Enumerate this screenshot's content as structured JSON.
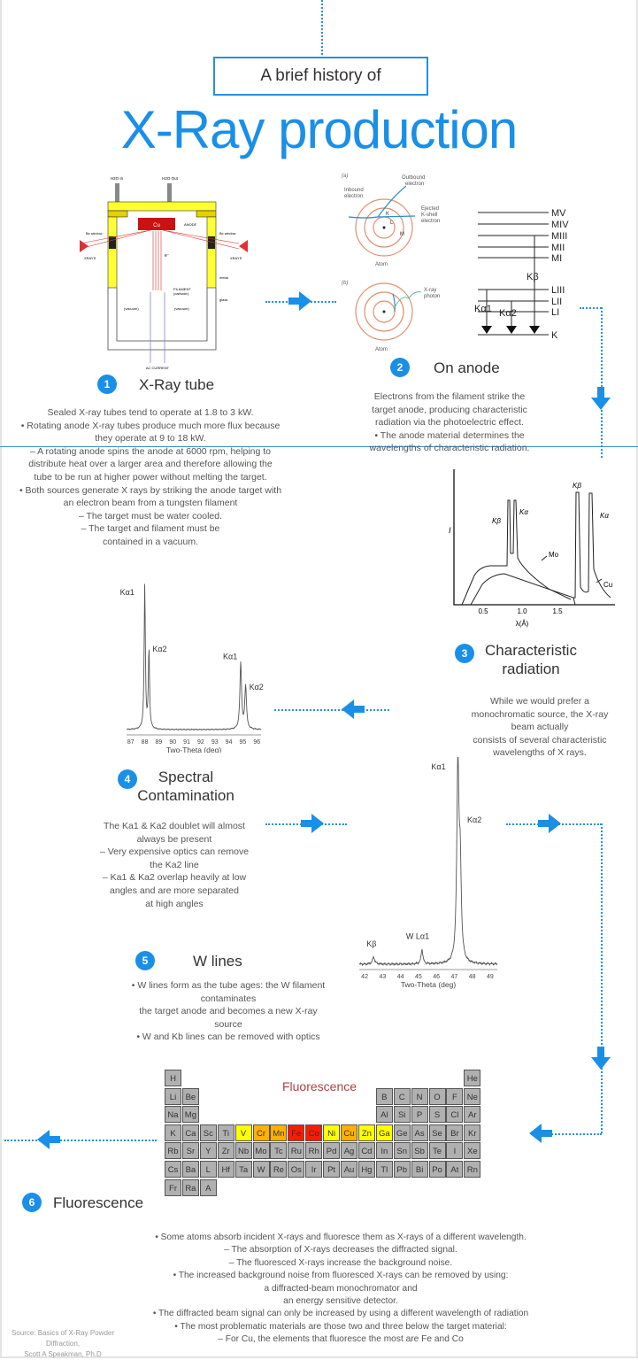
{
  "header": {
    "subtitle": "A brief history of",
    "title": "X-Ray production"
  },
  "colors": {
    "accent": "#1a8fe8",
    "fluorescence_title": "#b04040"
  },
  "sections": [
    {
      "number": "1",
      "title": "X-Ray tube",
      "lines": [
        "Sealed X-ray tubes tend to operate at 1.8 to 3 kW.",
        "• Rotating anode X-ray tubes produce much more flux because",
        "they operate at 9 to 18 kW.",
        "– A rotating anode spins the anode at 6000 rpm, helping to",
        "distribute heat over a larger area and therefore allowing the",
        "tube to be run at higher power without melting the target.",
        "• Both sources generate X rays by striking the anode target with",
        "an electron beam from a tungsten filament",
        "– The target must be water cooled.",
        "– The target and filament must be",
        "contained in a vacuum."
      ]
    },
    {
      "number": "2",
      "title": "On anode",
      "lines": [
        "Electrons from the filament strike the",
        "target anode, producing characteristic",
        "radiation via the photoelectric effect.",
        "• The anode material determines the",
        "wavelengths of characteristic radiation."
      ]
    },
    {
      "number": "3",
      "title_lines": [
        "Characteristic",
        "radiation"
      ],
      "lines": [
        "While we would prefer a",
        "monochromatic source, the X-ray",
        "beam actually",
        "consists of several characteristic",
        "wavelengths of X rays."
      ]
    },
    {
      "number": "4",
      "title_lines": [
        "Spectral",
        "Contamination"
      ],
      "lines": [
        "The Ka1 & Ka2 doublet will almost",
        "always be present",
        "– Very expensive optics can remove",
        "the Ka2 line",
        "– Ka1 & Ka2 overlap heavily at low",
        "angles and are more separated",
        "at high angles"
      ]
    },
    {
      "number": "5",
      "title": "W lines",
      "lines": [
        "• W lines form as the tube ages: the W filament",
        "contaminates",
        "the target anode and becomes a new X-ray",
        "source",
        "• W and Kb lines can be removed with optics"
      ]
    },
    {
      "number": "6",
      "title": "Fluorescence",
      "lines": [
        "• Some atoms absorb incident X-rays and fluoresce them as X-rays of a different wavelength.",
        "– The absorption of X-rays decreases the diffracted signal.",
        "– The fluoresced X-rays increase the background noise.",
        "• The increased background noise from fluoresced X-rays can be removed by using:",
        "a diffracted-beam monochromator and",
        "an energy sensitive detector.",
        "• The diffracted beam signal can only be increased by using a different wavelength of radiation",
        "• The most problematic materials are those two and three below the target material:",
        "– For Cu, the elements that fluoresce the most are Fe and Co"
      ]
    }
  ],
  "tube_diagram": {
    "h2o_in": "H2O In",
    "h2o_out": "H2O Out",
    "anode_element": "Cu",
    "anode": "ANODE",
    "be_window": "Be window",
    "xrays": "XRAYS",
    "filament": "FILAMENT",
    "cathode": "(cathode)",
    "electron": "e⁻",
    "metal": "metal",
    "glass": "glass",
    "vacuum": "(vacuum)",
    "ac_current": "AC CURRENT"
  },
  "atom_diagram": {
    "panel_a": "(a)",
    "panel_b": "(b)",
    "inbound": [
      "Inbound",
      "electron"
    ],
    "outbound": [
      "Outbound",
      "electron"
    ],
    "ejected": [
      "Ejected",
      "K-shell",
      "electron"
    ],
    "photon": [
      "X-ray",
      "photon"
    ],
    "shells": [
      "K",
      "L",
      "M"
    ],
    "atom": "Atom"
  },
  "energy_levels": {
    "levels": [
      "MV",
      "MIV",
      "MIII",
      "MII",
      "MI",
      "LIII",
      "LII",
      "LI",
      "K"
    ],
    "transitions": [
      "Kβ",
      "Kα1",
      "Kα2"
    ]
  },
  "characteristic_chart": {
    "ylabel": "I",
    "xlabel": "λ(Å)",
    "ticks": [
      "0.5",
      "1.0",
      "1.5"
    ],
    "labels": {
      "mo": "Mo",
      "cu": "Cu",
      "kb_mo": "Kβ",
      "ka_mo": "Kα",
      "kb_cu": "Kβ",
      "ka_cu": "Kα"
    }
  },
  "spectrum_doublet": {
    "xlabel": "Two-Theta (deg)",
    "xlim": [
      86.7,
      96.3
    ],
    "ticks": [
      87,
      88,
      89,
      90,
      91,
      92,
      93,
      94,
      95,
      96
    ],
    "peaks": [
      {
        "label": "Kα1",
        "x": 88.0,
        "height": 1.0,
        "width": 0.05
      },
      {
        "label": "Kα2",
        "x": 88.3,
        "height": 0.55,
        "width": 0.05
      },
      {
        "label": "Kα1",
        "x": 94.85,
        "height": 0.46,
        "width": 0.07
      },
      {
        "label": "Kα2",
        "x": 95.2,
        "height": 0.3,
        "width": 0.07
      }
    ]
  },
  "spectrum_wlines": {
    "xlabel": "Two-Theta (deg)",
    "xlim": [
      41.7,
      49.4
    ],
    "ticks": [
      42,
      43,
      44,
      45,
      46,
      47,
      48,
      49
    ],
    "peaks": [
      {
        "label": "Kβ",
        "x": 42.5,
        "height": 0.035,
        "width": 0.08
      },
      {
        "label": "W Lα1",
        "x": 45.2,
        "height": 0.075,
        "width": 0.06
      },
      {
        "label": "Kα1",
        "x": 47.2,
        "height": 1.0,
        "width": 0.07
      },
      {
        "label": "Kα2",
        "x": 47.33,
        "height": 0.45,
        "width": 0.07
      }
    ]
  },
  "periodic_table": {
    "title": "Fluorescence",
    "rows": [
      [
        "H",
        "",
        "",
        "",
        "",
        "",
        "",
        "",
        "",
        "",
        "",
        "",
        "",
        "",
        "",
        "",
        "",
        "He"
      ],
      [
        "Li",
        "Be",
        "",
        "",
        "",
        "",
        "",
        "",
        "",
        "",
        "",
        "",
        "B",
        "C",
        "N",
        "O",
        "F",
        "Ne"
      ],
      [
        "Na",
        "Mg",
        "",
        "",
        "",
        "",
        "",
        "",
        "",
        "",
        "",
        "",
        "Al",
        "Si",
        "P",
        "S",
        "Cl",
        "Ar"
      ],
      [
        "K",
        "Ca",
        "Sc",
        "Ti",
        "V",
        "Cr",
        "Mn",
        "Fe",
        "Co",
        "Ni",
        "Cu",
        "Zn",
        "Ga",
        "Ge",
        "As",
        "Se",
        "Br",
        "Kr"
      ],
      [
        "Rb",
        "Sr",
        "Y",
        "Zr",
        "Nb",
        "Mo",
        "Tc",
        "Ru",
        "Rh",
        "Pd",
        "Ag",
        "Cd",
        "In",
        "Sn",
        "Sb",
        "Te",
        "I",
        "Xe"
      ],
      [
        "Cs",
        "Ba",
        "L",
        "Hf",
        "Ta",
        "W",
        "Re",
        "Os",
        "Ir",
        "Pt",
        "Au",
        "Hg",
        "Tl",
        "Pb",
        "Bi",
        "Po",
        "At",
        "Rn"
      ],
      [
        "Fr",
        "Ra",
        "A",
        "",
        "",
        "",
        "",
        "",
        "",
        "",
        "",
        "",
        "",
        "",
        "",
        "",
        "",
        ""
      ]
    ],
    "highlight": {
      "V": "#ffff00",
      "Cr": "#ffb000",
      "Mn": "#ffb000",
      "Fe": "#ff1a00",
      "Co": "#ff1a00",
      "Ni": "#ffff00",
      "Cu": "#ffb000",
      "Zn": "#ffff00",
      "Ga": "#ffff00"
    },
    "default_color": "#b0b0b0"
  },
  "source": [
    "Source: Basics of X-Ray Powder Diffraction,",
    "Scott A Speakman, Ph.D"
  ]
}
